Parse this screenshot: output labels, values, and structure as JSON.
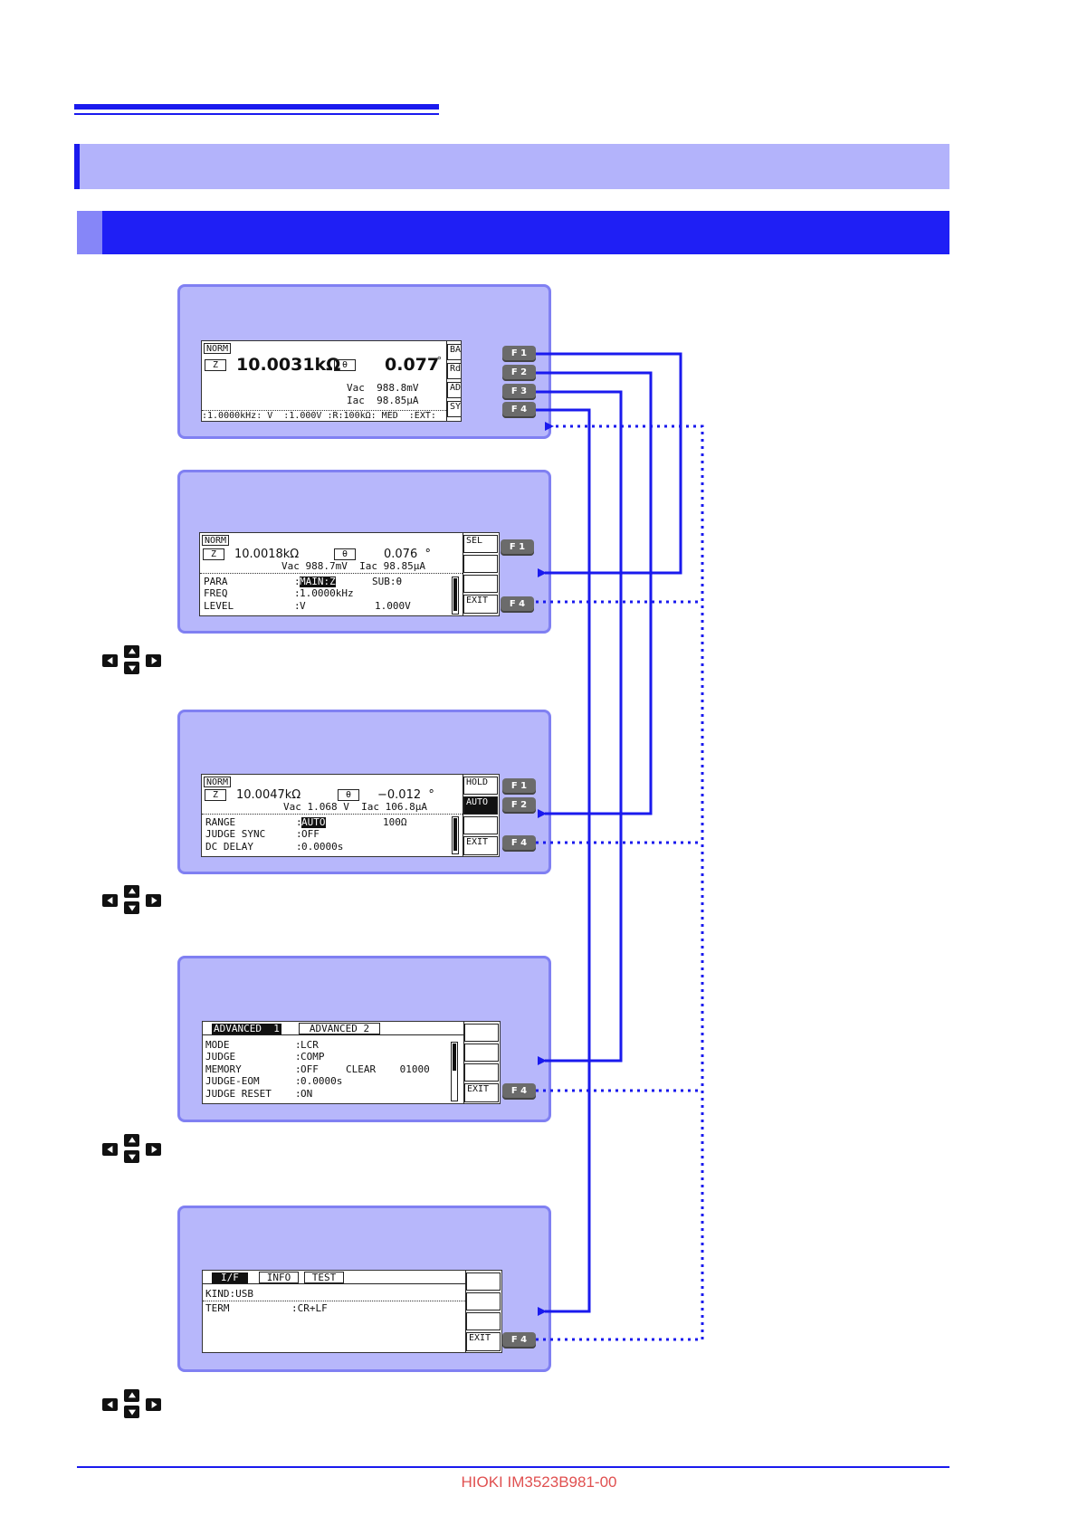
{
  "footer": {
    "text": "HIOKI IM3523B981-00"
  },
  "fkeys": {
    "f1": "F 1",
    "f2": "F 2",
    "f3": "F 3",
    "f4": "F 4"
  },
  "screen1": {
    "mode": "NORM",
    "param1": "Z",
    "value1": "10.0031kΩ",
    "param2": "θ",
    "value2": "0.077",
    "unit2": "°",
    "vac": "Vac  988.8mV",
    "iac": "Iac  98.85μA",
    "statusbar": ":1.0000kHz: V  :1.000V :R:100kΩ: MED  :EXT:",
    "softkeys": [
      "BASIC",
      "Rdc",
      "ADVNC",
      "SYS"
    ]
  },
  "screen2": {
    "mode": "NORM",
    "param1": "Z",
    "value1": "10.0018kΩ",
    "param2": "θ",
    "value2": "0.076  °",
    "monitor": "Vac 988.7mV  Iac 98.85μA",
    "rows": [
      {
        "label": "PARA",
        "sep": ":",
        "value": "MAIN:Z",
        "extra": "SUB:θ"
      },
      {
        "label": "FREQ",
        "sep": ":",
        "value": "1.0000kHz",
        "extra": ""
      },
      {
        "label": "LEVEL",
        "sep": ":",
        "value": "V",
        "extra": "1.000V"
      }
    ],
    "softkeys": [
      "SEL",
      "",
      "",
      "EXIT"
    ]
  },
  "screen3": {
    "mode": "NORM",
    "param1": "Z",
    "value1": "10.0047kΩ",
    "param2": "θ",
    "value2": "−0.012  °",
    "monitor": "Vac 1.068 V  Iac 106.8μA",
    "rows": [
      {
        "label": "RANGE",
        "sep": ":",
        "value": "AUTO",
        "extra": "100Ω"
      },
      {
        "label": "JUDGE SYNC",
        "sep": ":",
        "value": "OFF",
        "extra": ""
      },
      {
        "label": "DC DELAY",
        "sep": ":",
        "value": "0.0000s",
        "extra": ""
      }
    ],
    "softkeys": [
      "HOLD",
      "AUTO",
      "",
      "EXIT"
    ]
  },
  "screen4": {
    "tabs": [
      "ADVANCED  1",
      "ADVANCED  2"
    ],
    "rows": [
      {
        "label": "MODE",
        "sep": ":",
        "value": "LCR",
        "extra": ""
      },
      {
        "label": "JUDGE",
        "sep": ":",
        "value": "COMP",
        "extra": ""
      },
      {
        "label": "MEMORY",
        "sep": ":",
        "value": "OFF",
        "extra": "CLEAR    01000"
      },
      {
        "label": "JUDGE-EOM",
        "sep": ":",
        "value": "0.0000s",
        "extra": ""
      },
      {
        "label": "JUDGE RESET",
        "sep": ":",
        "value": "ON",
        "extra": ""
      }
    ],
    "softkeys": [
      "",
      "",
      "",
      "EXIT"
    ]
  },
  "screen5": {
    "tabs": [
      "I/F",
      "INFO",
      "TEST"
    ],
    "kind": "KIND:USB",
    "term_label": "TERM",
    "term_value": ":CR+LF",
    "softkeys": [
      "",
      "",
      "",
      "EXIT"
    ]
  },
  "colors": {
    "accent": "#1a1aee",
    "panel": "#b7b7fb",
    "band": "#b3b3fb",
    "footer": "#e05050"
  }
}
